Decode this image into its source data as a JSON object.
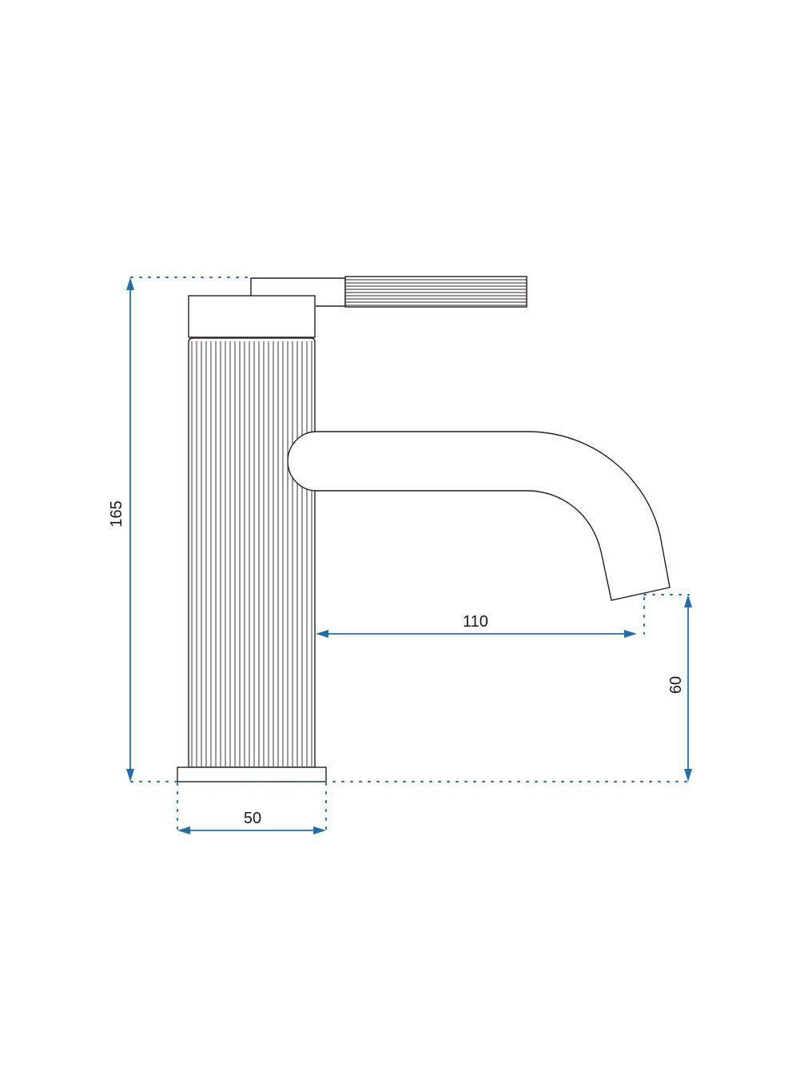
{
  "dimensions": [
    {
      "id": "height",
      "label": "165",
      "value": 165
    },
    {
      "id": "spout-reach",
      "label": "110",
      "value": 110
    },
    {
      "id": "spout-height",
      "label": "60",
      "value": 60
    },
    {
      "id": "base-width",
      "label": "50",
      "value": 50
    }
  ],
  "colors": {
    "dimension": "#1f6fb0",
    "outline": "#2a1d1d",
    "background": "#ffffff"
  }
}
